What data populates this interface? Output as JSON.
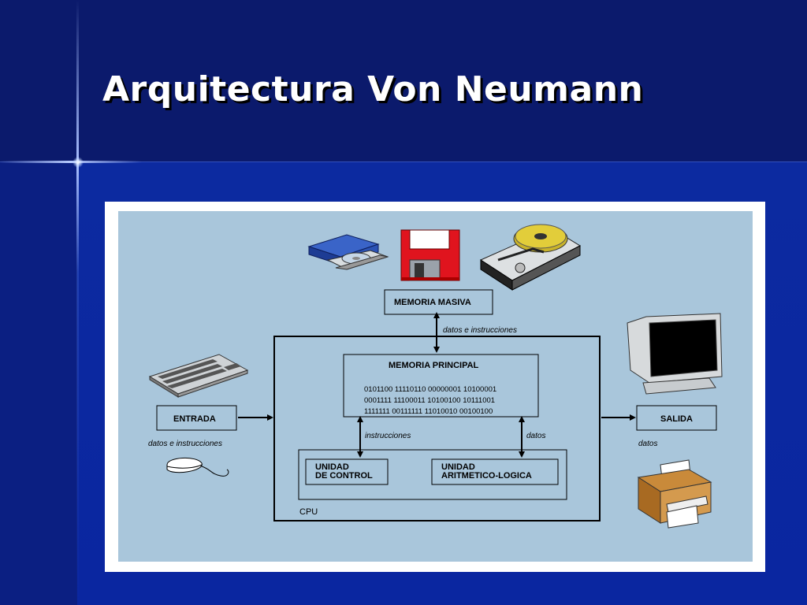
{
  "slide": {
    "title": "Arquitectura Von Neumann"
  },
  "diagram": {
    "memoria_masiva": "MEMORIA MASIVA",
    "label_datos_instrucciones_top": "datos e instrucciones",
    "memoria_principal": "MEMORIA PRINCIPAL",
    "binary_lines": [
      "0101100 11110110 00000001 10100001",
      "0001111 11100011 10100100 10111001",
      "1111111 00111111 11010010 00100100"
    ],
    "entrada": "ENTRADA",
    "label_datos_instrucciones_left": "datos e instrucciones",
    "salida": "SALIDA",
    "label_datos_right": "datos",
    "label_instrucciones": "instrucciones",
    "label_datos_alu": "datos",
    "unidad_control_line1": "UNIDAD",
    "unidad_control_line2": "DE CONTROL",
    "unidad_alu_line1": "UNIDAD",
    "unidad_alu_line2": "ARITMETICO-LOGICA",
    "cpu": "CPU"
  },
  "icons": [
    "cd-drive-icon",
    "floppy-disk-icon",
    "hard-disk-icon",
    "keyboard-icon",
    "mouse-icon",
    "monitor-icon",
    "printer-icon"
  ],
  "colors": {
    "background": "#0b1a6c",
    "panel": "#a9c6db",
    "title": "#ffffff"
  }
}
